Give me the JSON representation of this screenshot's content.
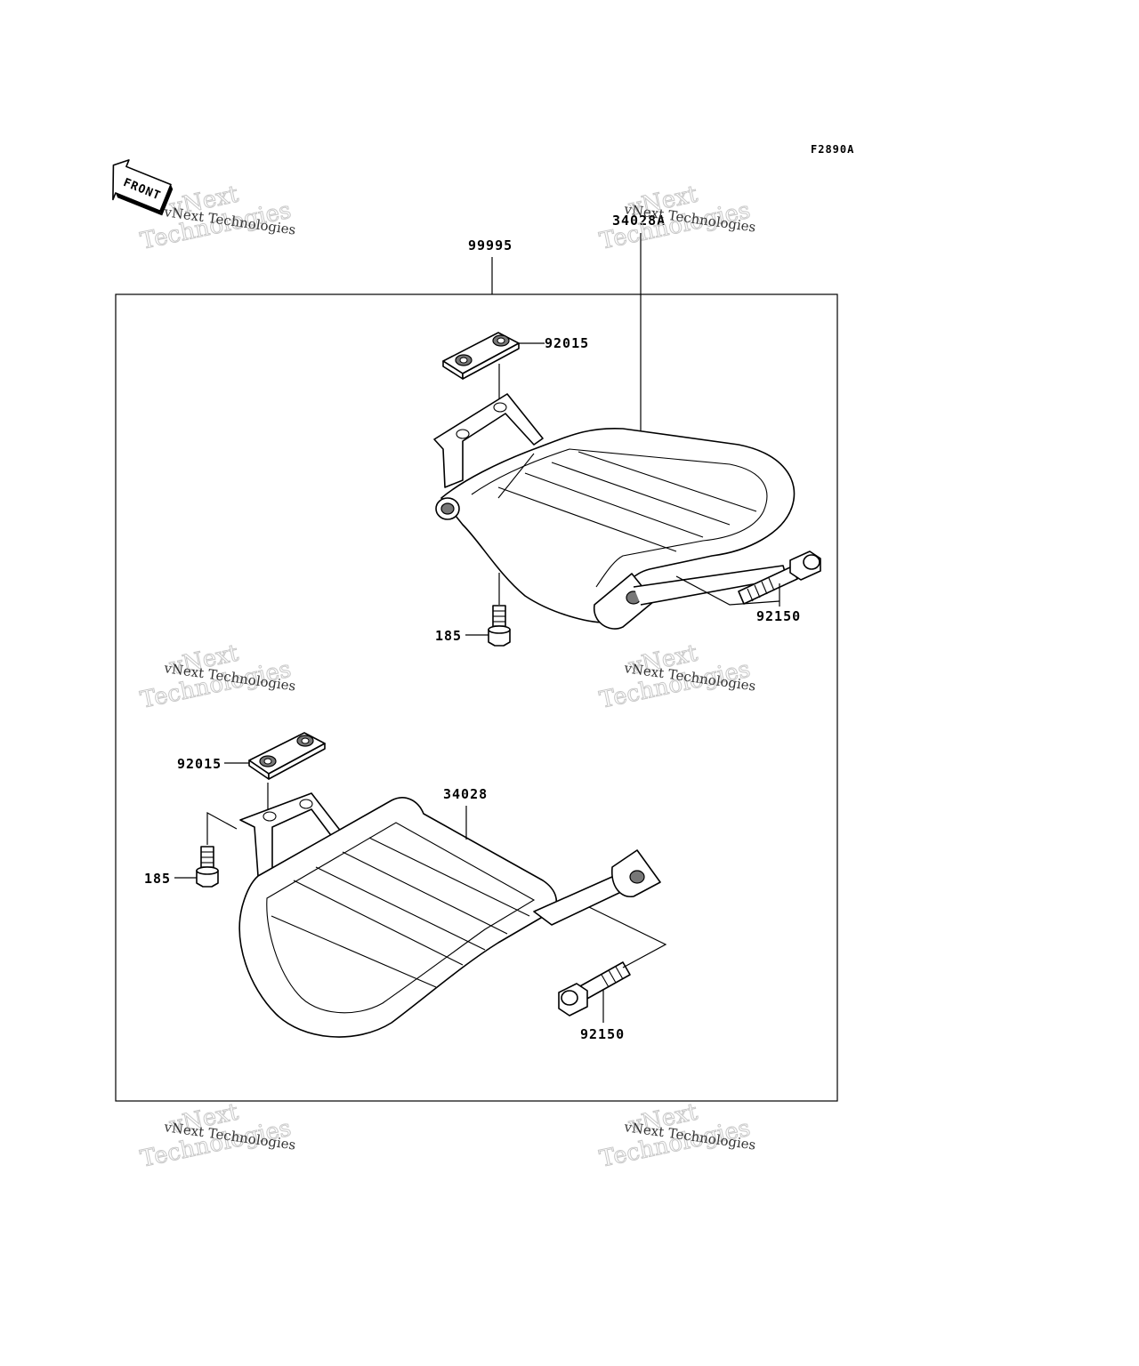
{
  "figure_code": "F2890A",
  "front_arrow_label": "FRONT",
  "callouts": {
    "kit": "99995",
    "clamp_top": "92015",
    "rack_top": "34028A",
    "bolt_top_right": "92150",
    "bolt_top_left": "185",
    "clamp_bottom": "92015",
    "rack_bottom": "34028",
    "bolt_bottom_left": "185",
    "bolt_bottom_right": "92150"
  },
  "watermark": {
    "small": "vNext Technologies",
    "big_line1": "vNext",
    "big_line2": "Technologies"
  }
}
